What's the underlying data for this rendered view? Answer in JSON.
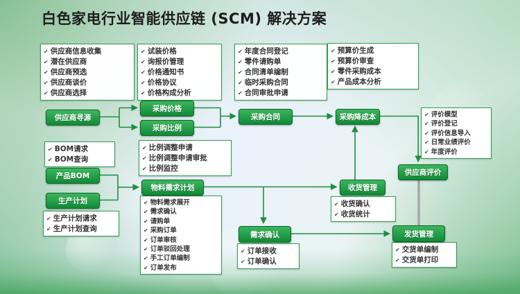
{
  "title": "白色家电行业智能供应链 (SCM) 解决方案",
  "icons": {
    "check": "✔"
  },
  "colors": {
    "node_green": "#118a37",
    "node_border": "#0a692a",
    "list_border": "#2f9e4c",
    "connector_green": "#1e8e3e",
    "connector_gray": "#a6a6a6",
    "title_text": "#1d1d1d"
  },
  "nodes": {
    "sourcing": "供应商寻源",
    "price": "采购价格",
    "ratio": "采购比例",
    "contract": "采购合同",
    "cost_down": "采购降成本",
    "supplier_eval": "供应商评价",
    "product_bom": "产品BOM",
    "production_plan": "生产计划",
    "mrp": "物料需求计划",
    "receiving": "收货管理",
    "demand_confirm": "需求确认",
    "delivery": "发货管理"
  },
  "lists": {
    "supplier_sourcing": {
      "items": [
        "供应商信息收集",
        "潜在供应商",
        "供应商预选",
        "供应商谈价",
        "供应商选择"
      ]
    },
    "purchase_price": {
      "items": [
        "试装价格",
        "询报价管理",
        "价格通知书",
        "价格协议",
        "价格构成分析"
      ]
    },
    "purchase_contract": {
      "items": [
        "年度合同登记",
        "零件请购单",
        "合同清单编制",
        "临时采购合同",
        "合同审批申请"
      ]
    },
    "cost_budget": {
      "items": [
        "预算价生成",
        "预算价审查",
        "零件采购成本",
        "产品成本分析"
      ]
    },
    "supplier_eval": {
      "items": [
        "评价模型",
        "评价登记",
        "评价信息导入",
        "日常业绩评价",
        "年度评价"
      ]
    },
    "bom": {
      "items": [
        "BOM请求",
        "BOM查询"
      ]
    },
    "ratio_adjust": {
      "items": [
        "比例调整申请",
        "比例调整申请审批",
        "比例监控"
      ]
    },
    "order": {
      "items": [
        "物料需求展开",
        "需求确认",
        "请购单",
        "采购订单",
        "订单审核",
        "订单驳回处理",
        "手工订单编制",
        "订单发布"
      ]
    },
    "production_plan": {
      "items": [
        "生产计划请求",
        "生产计划查询"
      ]
    },
    "receiving": {
      "items": [
        "收货确认",
        "收货统计"
      ]
    },
    "demand_orders": {
      "items": [
        "订单接收",
        "订单确认"
      ]
    },
    "delivery": {
      "items": [
        "交货单编制",
        "交货单打印"
      ]
    }
  }
}
